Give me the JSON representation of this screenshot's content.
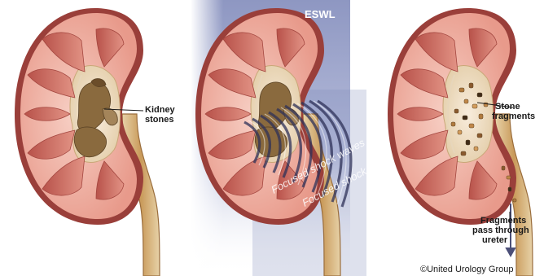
{
  "labels": {
    "panel_1": "Kidney\nstones",
    "panel_2_title": "ESWL",
    "panel_2_waves": "Focused shock waves",
    "panel_3_fragments": "Stone\nfragments",
    "panel_3_pass": "Fragments\npass through\nureter",
    "copyright": "©United Urology Group"
  },
  "colors": {
    "eswl_field": "#9aa2c8",
    "cortex": "#f0b4a6",
    "capsule": "#9a3f3a",
    "medulla": "#c86b62",
    "stone": "#8a6a3e",
    "ureter": "#d9b27a"
  }
}
